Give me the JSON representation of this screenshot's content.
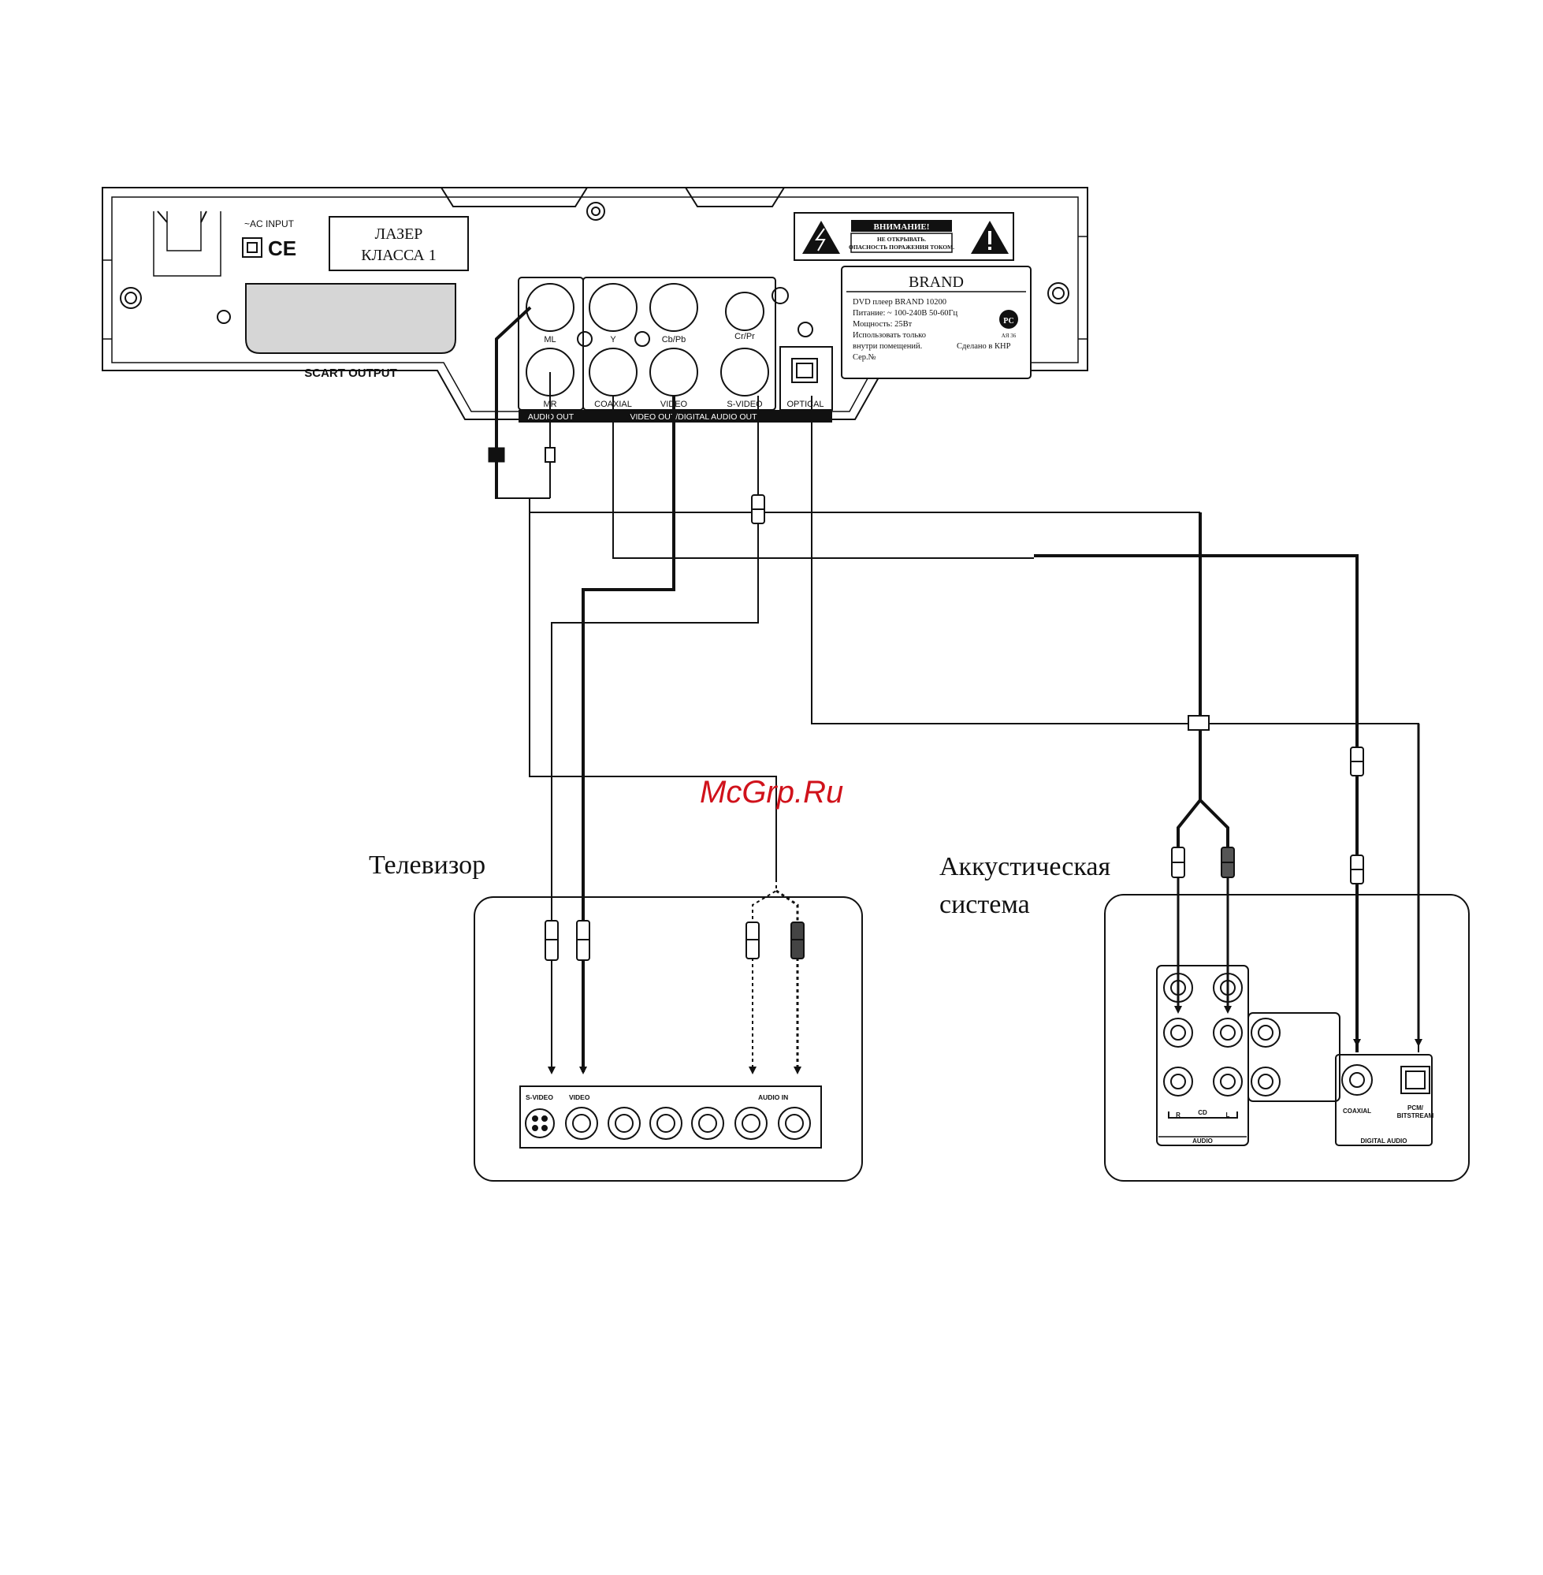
{
  "dvd_player": {
    "ac_input": "~AC INPUT",
    "laser_line1": "ЛАЗЕР",
    "laser_line2": "КЛАССА 1",
    "scart_output": "SCART OUTPUT",
    "warning_title": "ВНИМАНИЕ!",
    "warning_line1": "НЕ ОТКРЫВАТЬ.",
    "warning_line2": "ОПАСНОСТЬ ПОРАЖЕНИЯ ТОКОМ.",
    "brand": "BRAND",
    "label_lines": [
      "DVD плеер BRAND 10200",
      "Питание: ~ 100-240В 50-60Гц",
      "Мощность: 25Вт",
      "Использовать только",
      "внутри помещений.",
      "Сер.№"
    ],
    "made_in": "Сделано в КНР",
    "cert_mark": "AЯ 36",
    "jack_labels": {
      "ml": "ML",
      "mr": "MR",
      "y": "Y",
      "cb_pb": "Cb/Pb",
      "cr_pr": "Cr/Pr",
      "coaxial": "COAXIAL",
      "video": "VIDEO",
      "s_video": "S-VIDEO",
      "optical": "OPTICAL"
    },
    "bar_audio_out": "AUDIO OUT",
    "bar_video_out": "VIDEO OUT/DIGITAL AUDIO OUT"
  },
  "tv": {
    "title": "Телевизор",
    "panel_labels": {
      "s_video": "S-VIDEO",
      "video": "VIDEO",
      "audio_in": "AUDIO IN"
    }
  },
  "speakers": {
    "title_line1": "Аккустическая",
    "title_line2": "система",
    "panel_labels": {
      "r": "R",
      "cd": "CD",
      "l": "L",
      "audio": "AUDIO",
      "coaxial": "COAXIAL",
      "pcm": "PCM/",
      "bitstream": "BITSTREAM",
      "digital_audio": "DIGITAL AUDIO"
    }
  },
  "watermark": "McGrp.Ru",
  "colors": {
    "line": "#111111",
    "watermark": "#d0121b"
  }
}
